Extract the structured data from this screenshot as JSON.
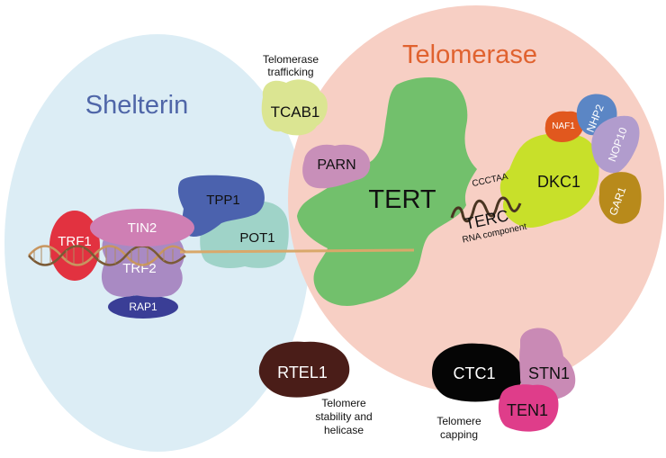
{
  "titles": {
    "shelterin": "Shelterin",
    "telomerase": "Telomerase"
  },
  "proteins": {
    "trf1": "TRF1",
    "tin2": "TIN2",
    "trf2": "TRF2",
    "rap1": "RAP1",
    "tpp1": "TPP1",
    "pot1": "POT1",
    "tcab1": "TCAB1",
    "parn": "PARN",
    "tert": "TERT",
    "dkc1": "DKC1",
    "naf1": "NAF1",
    "nhp2": "NHP2",
    "nop10": "NOP10",
    "gar1": "GAR1",
    "rtel1": "RTEL1",
    "ctc1": "CTC1",
    "stn1": "STN1",
    "ten1": "TEN1"
  },
  "rna": {
    "terc": "TERC",
    "template_seq": "CCCTAA",
    "component_label": "RNA component"
  },
  "annotations": {
    "tcab1_line1": "Telomerase",
    "tcab1_line2": "trafficking",
    "rtel1_line1": "Telomere",
    "rtel1_line2": "stability and",
    "rtel1_line3": "helicase",
    "cst_line1": "Telomere",
    "cst_line2": "capping"
  },
  "colors": {
    "shelterin_bg": "#dcedf5",
    "telomerase_bg": "#f7cfc4",
    "shelterin_title": "#4f66a8",
    "telomerase_title": "#e0622f",
    "tert": "#72c06c",
    "dkc1": "#c8e02a",
    "trf1": "#e23240",
    "tin2": "#cf7fb4",
    "trf2": "#a98ac3",
    "rap1": "#3a3e96",
    "tpp1": "#4b62ae",
    "pot1": "#9fd3c8",
    "tcab1": "#dbe592",
    "parn": "#c88fb9",
    "naf1": "#e1581e",
    "nhp2": "#5b86c5",
    "nop10": "#b19ccd",
    "gar1": "#b88a1b",
    "rtel1": "#4a1d18",
    "ctc1": "#050505",
    "stn1": "#c98ab5",
    "ten1": "#df3d8a",
    "dna_strand": "#d9a86a"
  }
}
